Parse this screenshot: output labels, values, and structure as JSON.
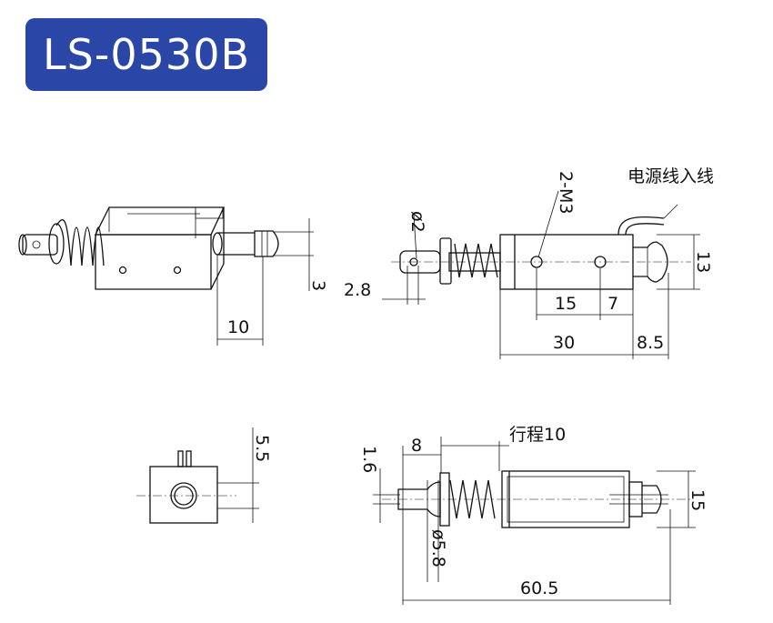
{
  "title": "LS-0530B",
  "labels": {
    "lead_wire": "电源线入线",
    "stroke": "行程10"
  },
  "dimensions": {
    "persp_pin_dia": "3",
    "persp_len": "10",
    "top_pin_dia": "ø2",
    "top_screw": "2-M3",
    "top_offset": "2.8",
    "top_hole_spacing": "15",
    "top_hole_edge": "7",
    "top_body": "30",
    "top_ext": "8.5",
    "top_height": "13",
    "end_height": "5.5",
    "bot_pin": "1.6",
    "bot_8": "8",
    "bot_spring_dia": "ø5.8",
    "bot_height": "15",
    "bot_total": "60.5"
  },
  "colors": {
    "badge": "#2a47a8",
    "line": "#111111"
  }
}
